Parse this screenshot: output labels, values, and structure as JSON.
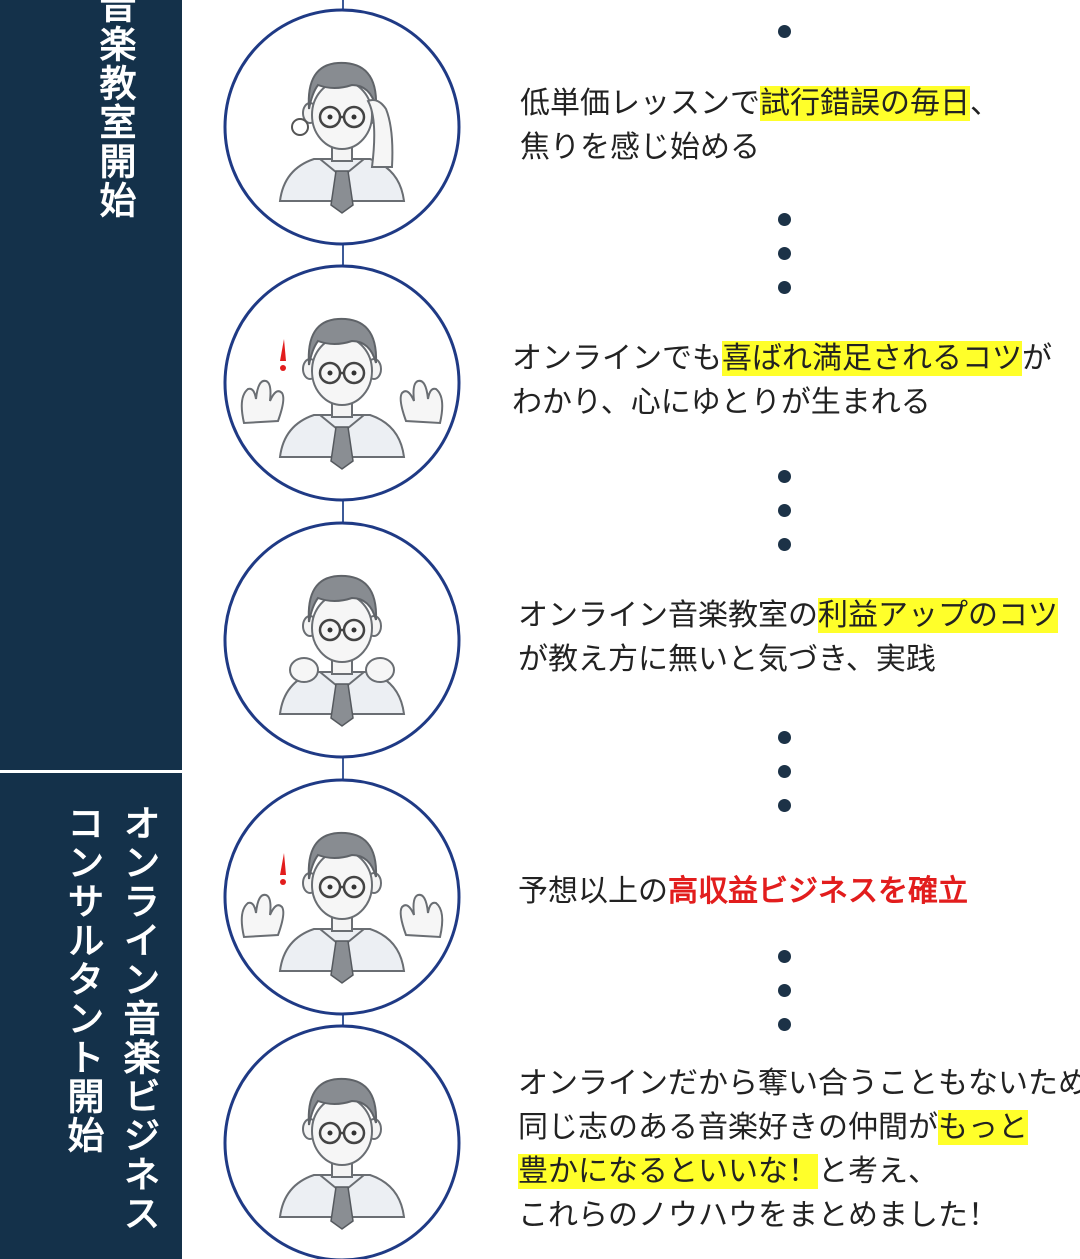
{
  "sidebar": {
    "label_top": "音楽教室開始",
    "label_bottom_line1": "オンライン音楽ビジネス",
    "label_bottom_line2": "コンサルタント開始"
  },
  "colors": {
    "sidebar": "#14314a",
    "highlight": "#ffff2a",
    "emphasis": "#e21d1d",
    "timeline_line": "#3c5a98",
    "dot": "#1c3247"
  },
  "steps": [
    {
      "illustration": "worried-man-with-glasses",
      "line1": [
        "低単価レッスンで",
        "試行錯誤の毎日",
        "、"
      ],
      "line2": "焦りを感じ始める"
    },
    {
      "illustration": "surprised-man-hands-raised",
      "line1": [
        "オンラインでも",
        "喜ばれ満足されるコツ",
        "が"
      ],
      "line2": "わかり、心にゆとりが生まれる"
    },
    {
      "illustration": "determined-man-fists",
      "line1": [
        "オンライン音楽教室の",
        "利益アップのコツ",
        ""
      ],
      "line2": "が教え方に無いと気づき、実践"
    },
    {
      "illustration": "surprised-man-hands-raised",
      "line1": [
        "予想以上の",
        "高収益ビジネスを確立",
        ""
      ]
    },
    {
      "illustration": "smiling-man",
      "line1": "オンラインだから奪い合うこともないため、",
      "line2": [
        "同じ志のある音楽好きの仲間が",
        "もっと"
      ],
      "line3": [
        "豊かになるといいな！",
        "と考え、"
      ],
      "line4": "これらのノウハウをまとめました！"
    }
  ]
}
